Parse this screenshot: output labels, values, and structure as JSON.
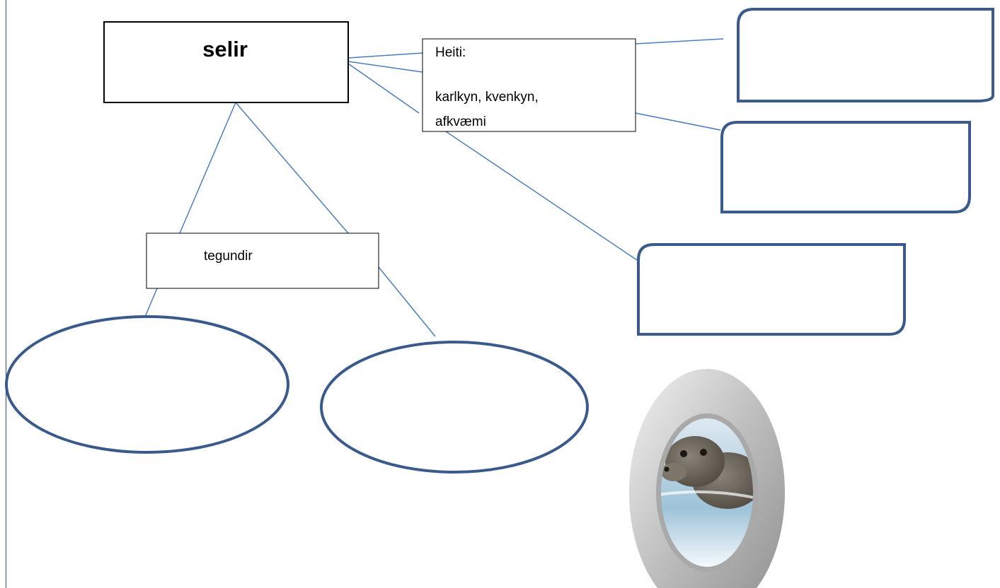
{
  "main_node": {
    "label": "selir"
  },
  "names_box": {
    "lines": [
      "Heiti:",
      "karlkyn, kvenkyn,",
      "afkvæmi"
    ]
  },
  "types_box": {
    "label": "tegundir"
  },
  "colors": {
    "connector": "#4a7ebb",
    "shape_outline": "#3a5a8c",
    "box_border": "#000000",
    "frame": "#c8c8c8"
  },
  "image": {
    "subject": "seal",
    "frame": "oval"
  }
}
